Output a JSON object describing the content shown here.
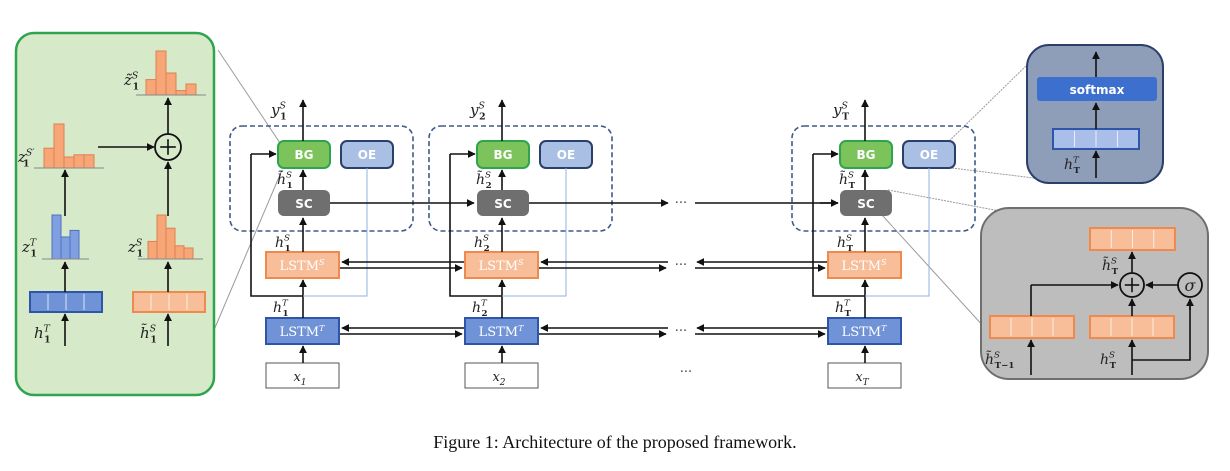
{
  "caption": "Figure 1: Architecture of the proposed framework.",
  "colors": {
    "bg_green": "#7dc35b",
    "bg_green_border": "#2ea44f",
    "oe_fill": "#a9bfe3",
    "oe_border": "#2b3f6b",
    "sc_fill": "#6f6f6f",
    "lstm_s_fill": "#f7be99",
    "lstm_s_border": "#ef8a4f",
    "lstm_t_fill": "#6f93d6",
    "lstm_t_border": "#2e55a8",
    "input_border": "#555555",
    "dashed_group": "#3e5a8a",
    "left_panel_fill": "#d6e9c9",
    "left_panel_border": "#2ea44f",
    "softmax_panel_fill": "#8e9db8",
    "softmax_panel_border": "#2b3f6b",
    "softmax_fill": "#3d6fcf",
    "sc_panel_fill": "#bdbdbd",
    "sc_panel_border": "#6f6f6f",
    "hist_orange": "#f7a677",
    "hist_blue": "#7f9fe0",
    "oe_link": "#8fb0e0"
  },
  "blocks": {
    "bg": "BG",
    "oe": "OE",
    "sc": "SC",
    "lstm_s": "LSTM",
    "lstm_s_sup": "S",
    "lstm_t": "LSTM",
    "lstm_t_sup": "T",
    "softmax": "softmax",
    "sigma": "σ",
    "plus": "+",
    "ellipsis": "···"
  },
  "timesteps": [
    {
      "index": "1",
      "x_label": "x",
      "x_sub": "1",
      "y_label": "y",
      "y_sup": "S",
      "y_sub": "1",
      "htilde": "h̃",
      "h_sup_s": "S",
      "h_sup_t": "T",
      "sub": "1"
    },
    {
      "index": "2",
      "x_label": "x",
      "x_sub": "2",
      "y_label": "y",
      "y_sup": "S",
      "y_sub": "2",
      "htilde": "h̃",
      "h_sup_s": "S",
      "h_sup_t": "T",
      "sub": "2"
    },
    {
      "index": "T",
      "x_label": "x",
      "x_sub": "T",
      "y_label": "y",
      "y_sup": "S",
      "y_sub": "T",
      "htilde": "h̃",
      "h_sup_s": "S",
      "h_sup_t": "T",
      "sub": "T"
    }
  ],
  "left_panel": {
    "labels": {
      "z_tilde": {
        "base": "z̃",
        "sup": "S",
        "sub": "1"
      },
      "z_s_prime": {
        "base": "z",
        "sup": "S′",
        "sub": "1"
      },
      "z_t": {
        "base": "z",
        "sup": "T",
        "sub": "1"
      },
      "z_s": {
        "base": "z",
        "sup": "S",
        "sub": "1"
      },
      "h_t": {
        "base": "h",
        "sup": "T",
        "sub": "1"
      },
      "h_s": {
        "base": "h̃",
        "sup": "S",
        "sub": "1"
      }
    },
    "histograms": {
      "z_tilde": [
        0.35,
        1.0,
        0.5,
        0.1,
        0.25
      ],
      "z_s_prime": [
        0.45,
        1.0,
        0.25,
        0.3,
        0.3
      ],
      "z_t": [
        1.0,
        0.5,
        0.65
      ],
      "z_s": [
        0.4,
        1.0,
        0.7,
        0.3,
        0.25
      ]
    }
  },
  "softmax_panel": {
    "input": {
      "base": "h",
      "sup": "T",
      "sub": "T"
    }
  },
  "sc_panel": {
    "output": {
      "base": "h̃",
      "sup": "S",
      "sub": "T"
    },
    "prev": {
      "base": "h̃",
      "sup": "S",
      "sub": "T−1"
    },
    "current": {
      "base": "h",
      "sup": "S",
      "sub": "T"
    }
  }
}
